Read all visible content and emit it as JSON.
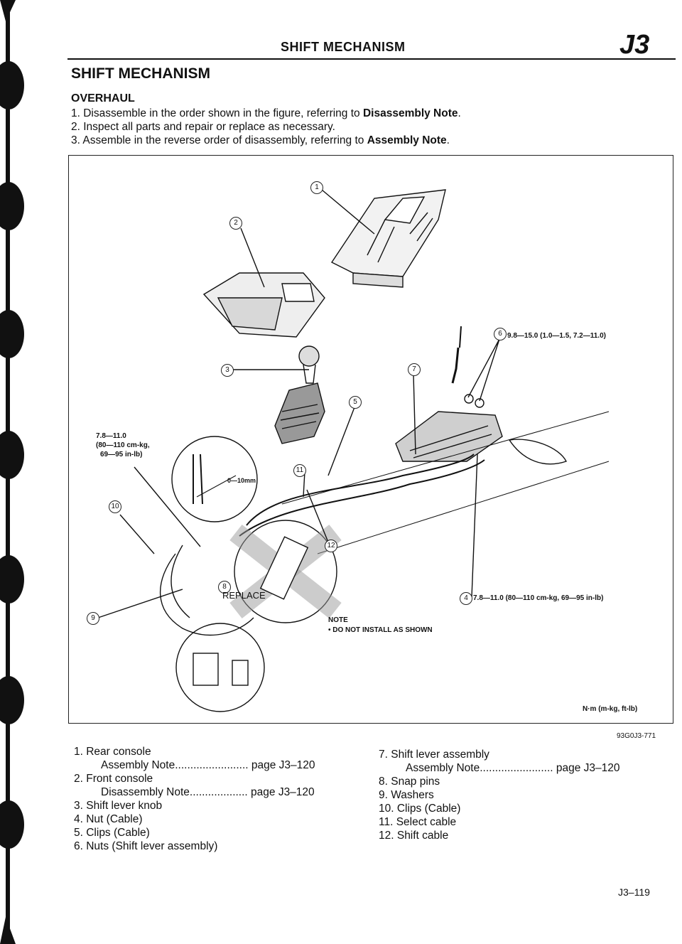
{
  "header": {
    "title": "SHIFT MECHANISM",
    "code": "J3"
  },
  "section": {
    "title": "SHIFT MECHANISM",
    "subtitle": "OVERHAUL",
    "steps": [
      {
        "pre": "1. Disassemble in the order shown in the figure, referring to ",
        "bold": "Disassembly Note",
        "post": "."
      },
      {
        "pre": "2. Inspect all parts and repair or replace as necessary.",
        "bold": "",
        "post": ""
      },
      {
        "pre": "3. Assemble in the reverse order of disassembly, referring to ",
        "bold": "Assembly Note",
        "post": "."
      }
    ]
  },
  "figure": {
    "torque_6": "9.8—15.0 (1.0—1.5, 7.2—11.0)",
    "torque_10_line1": "7.8—11.0",
    "torque_10_line2": "(80—110 cm-kg,",
    "torque_10_line3": "69—95 in-lb)",
    "gap": "0—10mm",
    "replace": "REPLACE",
    "torque_4": "7.8—11.0 (80—110 cm-kg, 69—95 in-lb)",
    "note_title": "NOTE",
    "note_text": "• DO NOT INSTALL AS SHOWN",
    "units": "N·m (m-kg, ft-lb)",
    "code": "93G0J3-771",
    "callouts": [
      "1",
      "2",
      "3",
      "4",
      "5",
      "6",
      "7",
      "8",
      "9",
      "10",
      "11",
      "12"
    ]
  },
  "legend_left": [
    {
      "text": "1. Rear console",
      "indent": false
    },
    {
      "text": "Assembly Note........................ page J3–120",
      "indent": true
    },
    {
      "text": "2. Front console",
      "indent": false
    },
    {
      "text": "Disassembly Note................... page J3–120",
      "indent": true
    },
    {
      "text": "3. Shift lever knob",
      "indent": false
    },
    {
      "text": "4. Nut (Cable)",
      "indent": false
    },
    {
      "text": "5. Clips (Cable)",
      "indent": false
    },
    {
      "text": "6. Nuts (Shift lever assembly)",
      "indent": false
    }
  ],
  "legend_right": [
    {
      "text": "7. Shift lever assembly",
      "indent": false
    },
    {
      "text": "Assembly Note........................ page J3–120",
      "indent": true
    },
    {
      "text": "8. Snap pins",
      "indent": false
    },
    {
      "text": "9. Washers",
      "indent": false
    },
    {
      "text": "10. Clips (Cable)",
      "indent": false
    },
    {
      "text": "11. Select cable",
      "indent": false
    },
    {
      "text": "12. Shift cable",
      "indent": false
    }
  ],
  "page_number": "J3–119"
}
